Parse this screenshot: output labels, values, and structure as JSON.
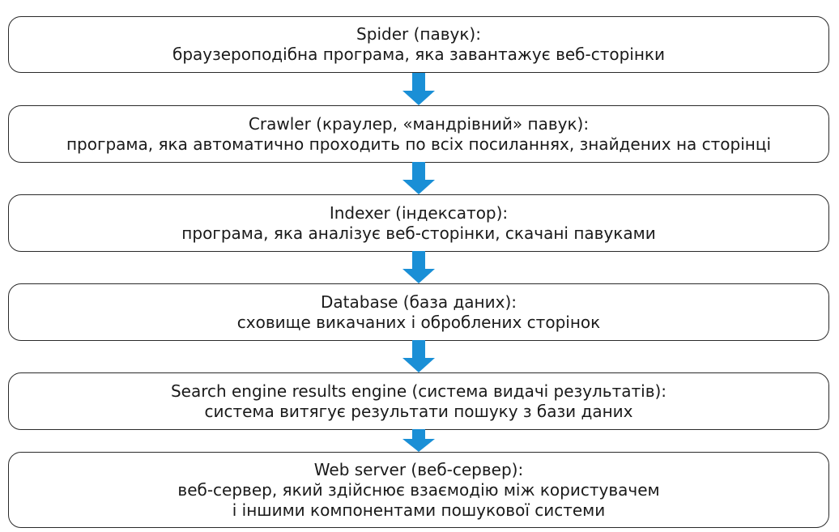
{
  "colors": {
    "arrow": "#1a8fd6",
    "box_border": "#2a2a2a",
    "text": "#1a1a1a"
  },
  "steps": [
    {
      "title": "Spider (павук):",
      "lines": [
        "браузероподібна програма, яка завантажує веб-сторінки"
      ]
    },
    {
      "title": "Crawler (краулер, «мандрівний» павук):",
      "lines": [
        "програма, яка автоматично проходить по всіх посиланнях, знайдених на сторінці"
      ]
    },
    {
      "title": "Indexer (індексатор):",
      "lines": [
        "програма, яка аналізує веб-сторінки, скачані павуками"
      ]
    },
    {
      "title": "Database (база даних):",
      "lines": [
        "сховище викачаних і оброблених сторінок"
      ]
    },
    {
      "title": "Search engine results engine (система видачі результатів):",
      "lines": [
        "система витягує результати пошуку з бази даних"
      ]
    },
    {
      "title": "Web server (веб-сервер):",
      "lines": [
        "веб-сервер, який здійснює взаємодію між користувачем",
        "і іншими компонентами пошукової системи"
      ]
    }
  ]
}
